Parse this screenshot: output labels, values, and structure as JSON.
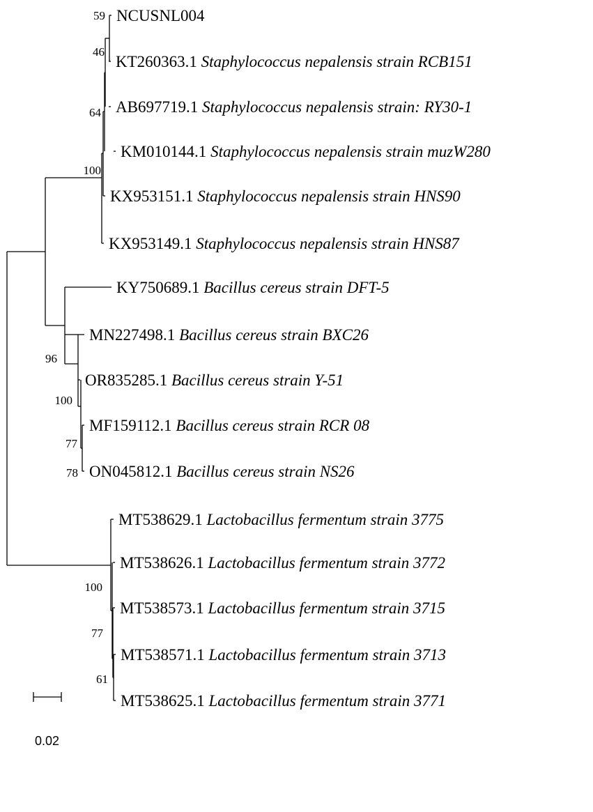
{
  "tree": {
    "taxa": [
      {
        "accession": "NCUSNL004",
        "species": ""
      },
      {
        "accession": "KT260363.1",
        "species": "Staphylococcus nepalensis strain RCB151"
      },
      {
        "accession": "AB697719.1",
        "species": "Staphylococcus nepalensis strain: RY30-1"
      },
      {
        "accession": "KM010144.1",
        "species": "Staphylococcus nepalensis strain muzW280"
      },
      {
        "accession": "KX953151.1",
        "species": "Staphylococcus nepalensis strain HNS90"
      },
      {
        "accession": "KX953149.1",
        "species": "Staphylococcus nepalensis strain HNS87"
      },
      {
        "accession": "KY750689.1",
        "species": "Bacillus cereus strain DFT-5"
      },
      {
        "accession": "MN227498.1",
        "species": "Bacillus cereus strain BXC26"
      },
      {
        "accession": "OR835285.1",
        "species": "Bacillus cereus strain Y-51"
      },
      {
        "accession": "MF159112.1",
        "species": "Bacillus cereus strain RCR 08"
      },
      {
        "accession": "ON045812.1",
        "species": "Bacillus cereus strain NS26"
      },
      {
        "accession": "MT538629.1",
        "species": "Lactobacillus fermentum strain 3775"
      },
      {
        "accession": "MT538626.1",
        "species": "Lactobacillus fermentum strain 3772"
      },
      {
        "accession": "MT538573.1",
        "species": "Lactobacillus fermentum strain 3715"
      },
      {
        "accession": "MT538571.1",
        "species": "Lactobacillus fermentum strain 3713"
      },
      {
        "accession": "MT538625.1",
        "species": "Lactobacillus fermentum strain 3771"
      }
    ],
    "bootstrap_values": [
      "59",
      "46",
      "64",
      "100",
      "96",
      "100",
      "77",
      "78",
      "100",
      "77",
      "61"
    ],
    "scale_bar": {
      "label": "0.02",
      "value": 0.02
    }
  }
}
